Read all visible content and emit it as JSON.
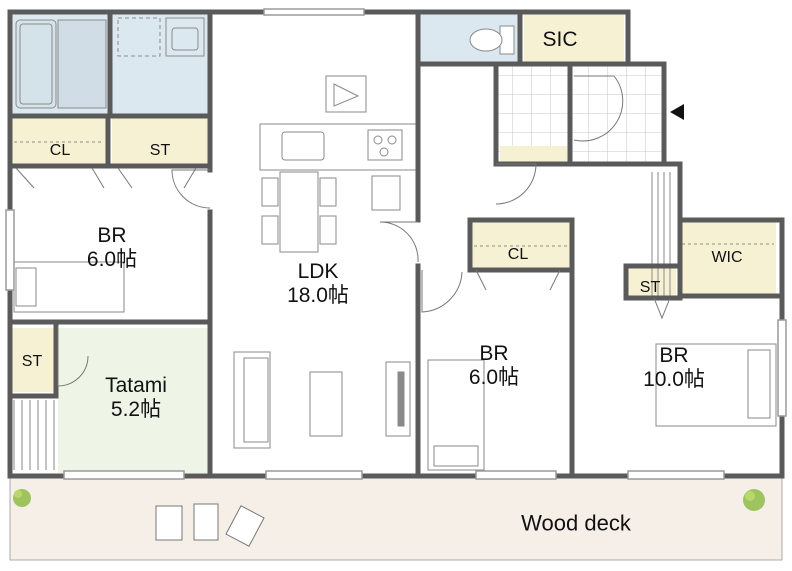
{
  "rooms": {
    "br_left": {
      "name": "BR",
      "size": "6.0帖"
    },
    "tatami": {
      "name": "Tatami",
      "size": "5.2帖"
    },
    "ldk": {
      "name": "LDK",
      "size": "18.0帖"
    },
    "br_mid": {
      "name": "BR",
      "size": "6.0帖"
    },
    "br_right": {
      "name": "BR",
      "size": "10.0帖"
    }
  },
  "storage": {
    "cl_left": "CL",
    "st_left": "ST",
    "st_tatami": "ST",
    "sic": "SIC",
    "cl_mid": "CL",
    "wic": "WIC",
    "st_right": "ST"
  },
  "deck": {
    "label": "Wood deck"
  },
  "colors": {
    "wall": "#5a5a5a",
    "storage": "#f7f1d4",
    "wet": "#dce8ef",
    "tatami": "#eef5e6",
    "deck": "#f6efe8",
    "entry_tile": "#ffffff",
    "plant": "#8ab83c"
  },
  "icons": {
    "entrance_marker": "triangle-left-icon"
  }
}
